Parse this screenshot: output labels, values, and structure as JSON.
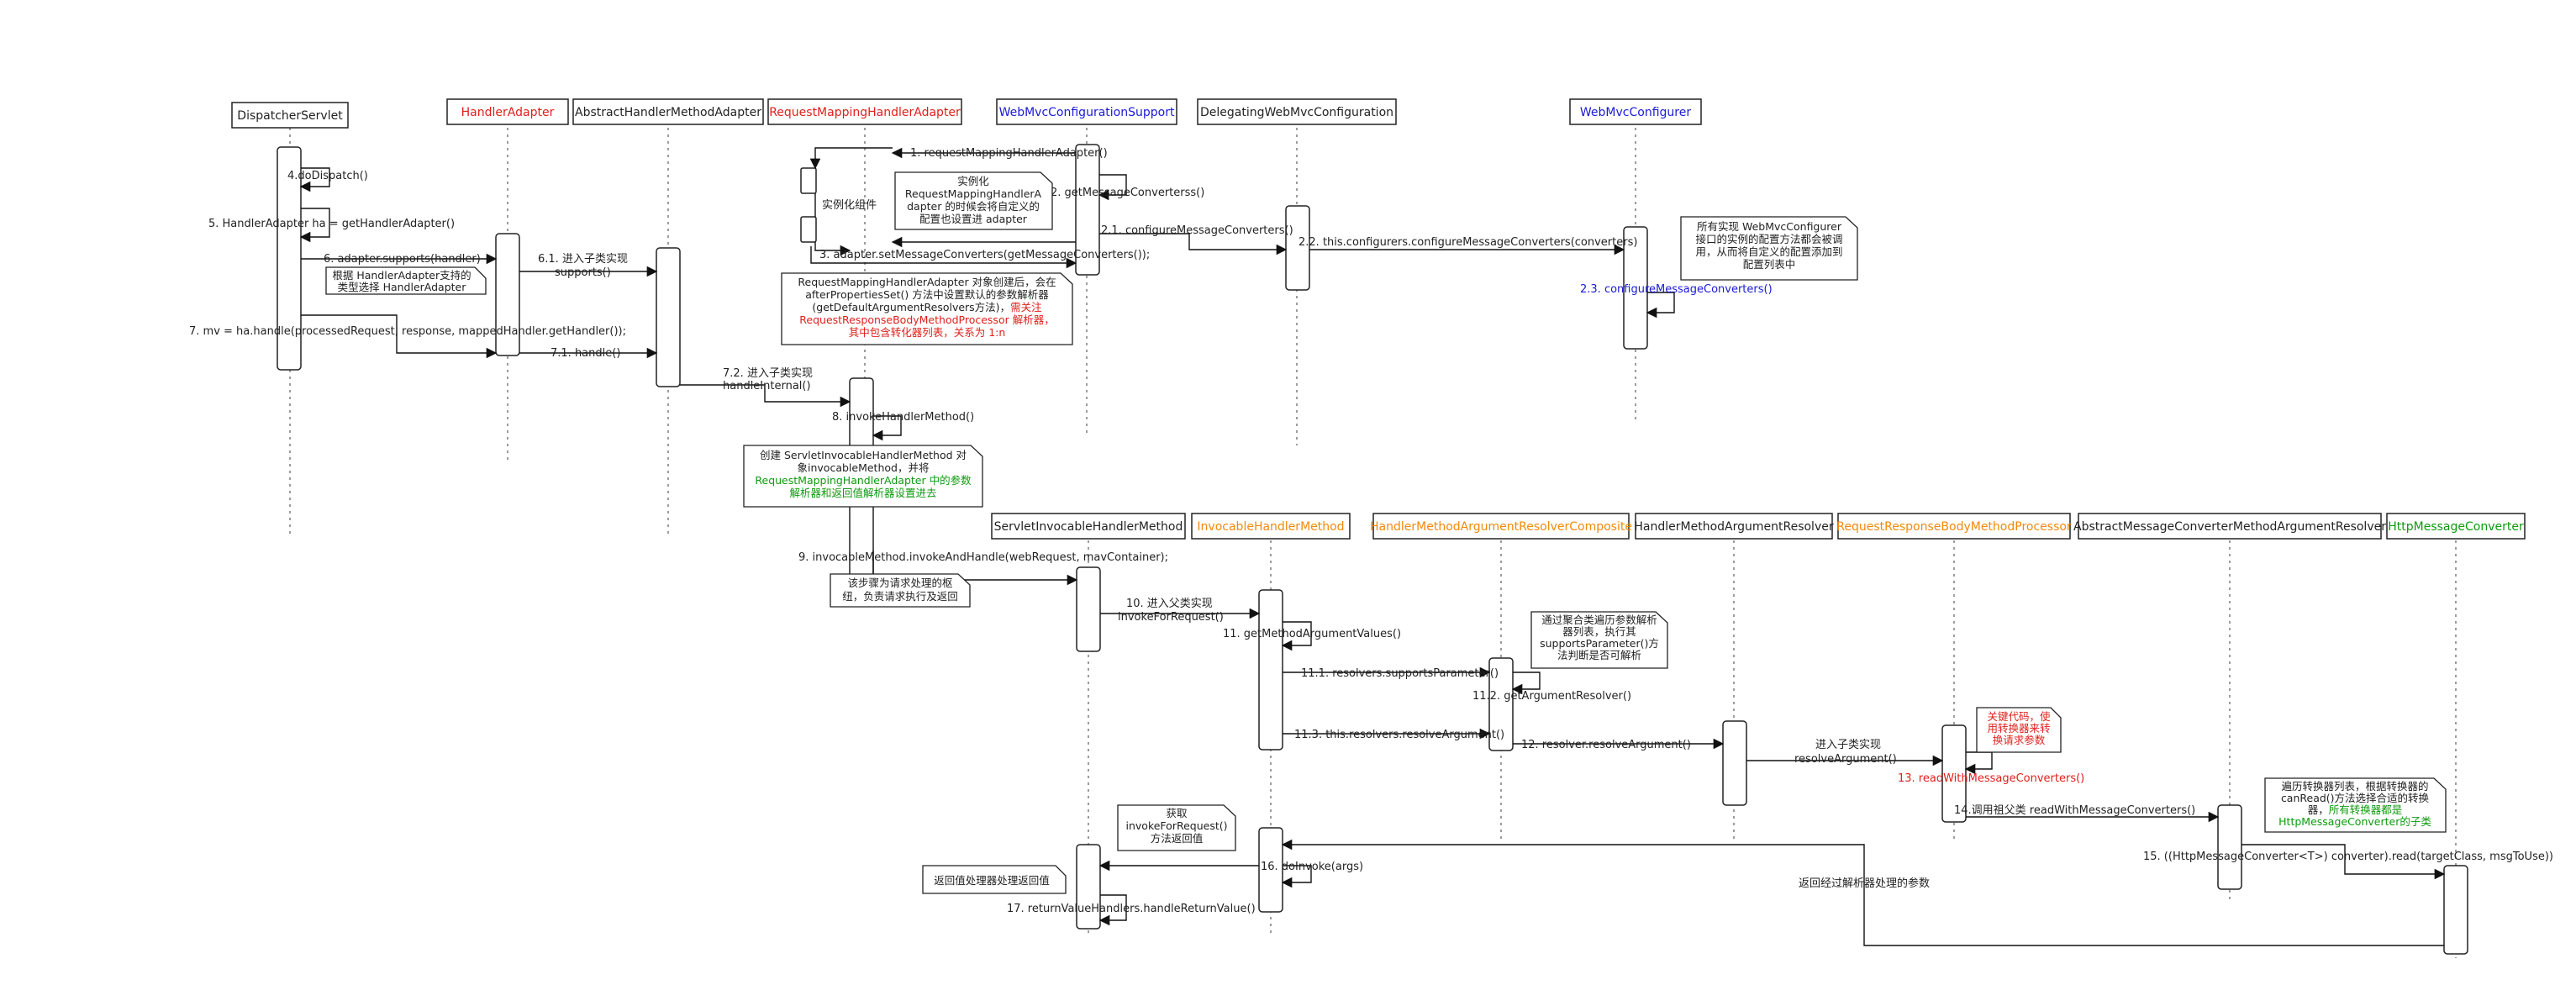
{
  "colors": {
    "black": "#222222",
    "red": "#e0201c",
    "blue": "#1a1ad8",
    "orange": "#f08a0c",
    "green": "#0e9a0e"
  },
  "participants": [
    {
      "label": "DispatcherServlet",
      "color": "black"
    },
    {
      "label": "HandlerAdapter",
      "color": "red"
    },
    {
      "label": "AbstractHandlerMethodAdapter",
      "color": "black"
    },
    {
      "label": "RequestMappingHandlerAdapter",
      "color": "red"
    },
    {
      "label": "WebMvcConfigurationSupport",
      "color": "blue"
    },
    {
      "label": "DelegatingWebMvcConfiguration",
      "color": "black"
    },
    {
      "label": "WebMvcConfigurer",
      "color": "blue"
    },
    {
      "label": "ServletInvocableHandlerMethod",
      "color": "black"
    },
    {
      "label": "InvocableHandlerMethod",
      "color": "orange"
    },
    {
      "label": "HandlerMethodArgumentResolverComposite",
      "color": "orange"
    },
    {
      "label": "HandlerMethodArgumentResolver",
      "color": "black"
    },
    {
      "label": "RequestResponseBodyMethodProcessor",
      "color": "orange"
    },
    {
      "label": "AbstractMessageConverterMethodArgumentResolver",
      "color": "black"
    },
    {
      "label": "HttpMessageConverter",
      "color": "green"
    }
  ],
  "messages": {
    "m1": "1. requestMappingHandlerAdapter()",
    "m2": "2. getMessageConverterss()",
    "m21": "2.1. configureMessageConverters()",
    "m22": "2.2. this.configurers.configureMessageConverters(converters)",
    "m23": "2.3. configureMessageConverters()",
    "m3": "3. adapter.setMessageConverters(getMessageConverters());",
    "m4": "4.doDispatch()",
    "m5": "5. HandlerAdapter ha = getHandlerAdapter()",
    "m6": "6. adapter.supports(handler)",
    "m61a": "6.1. 进入子类实现",
    "m61b": "supports()",
    "m7": "7. mv = ha.handle(processedRequest, response, mappedHandler.getHandler());",
    "m71": "7.1. handle()",
    "m72a": "7.2. 进入子类实现",
    "m72b": "handleInternal()",
    "m8": "8. invokeHandlerMethod()",
    "m9": "9. invocableMethod.invokeAndHandle(webRequest, mavContainer);",
    "m10a": "10. 进入父类实现",
    "m10b": "invokeForRequest()",
    "m11": "11. getMethodArgumentValues()",
    "m111": "11.1. resolvers.supportsParameter()",
    "m112": "11.2. getArgumentResolver()",
    "m113": "11.3. this.resolvers.resolveArgument()",
    "m12": "12. resolver.resolveArgument()",
    "m12ba": "进入子类实现",
    "m12bb": "resolveArgument()",
    "m13": "13. readWithMessageConverters()",
    "m14": "14.调用祖父类 readWithMessageConverters()",
    "m15": "15. ((HttpMessageConverter<T>) converter).read(targetClass, msgToUse))",
    "m15ret": "返回经过解析器处理的参数",
    "m16": "16. doInvoke(args)",
    "m17": "17. returnValueHandlers.handleReturnValue()",
    "init": "实例化组件"
  },
  "notes": {
    "n_support": [
      "根据 HandlerAdapter支持的",
      "类型选择 HandlerAdapter"
    ],
    "n_instance": [
      "实例化",
      "RequestMappingHandlerA",
      "dapter 的时候会将自定义的",
      "配置也设置进 adapter"
    ],
    "n_after": {
      "l1": "RequestMappingHandlerAdapter 对象创建后，会在",
      "l2": "afterPropertiesSet() 方法中设置默认的参数解析器",
      "l3": "(getDefaultArgumentResolvers方法)，",
      "l3red": "需关注",
      "l4red": "RequestResponseBodyMethodProcessor 解析器，",
      "l5red": "其中包含转化器列表，关系为 1:n"
    },
    "n_configurer": [
      "所有实现 WebMvcConfigurer",
      "接口的实例的配置方法都会被调",
      "用，从而将自定义的配置添加到",
      "配置列表中"
    ],
    "n_create": {
      "l1": "创建 ServletInvocableHandlerMethod 对",
      "l2": "象invocableMethod，并将",
      "l3green": "RequestMappingHandlerAdapter 中的参数",
      "l4green": "解析器和返回值解析器设置进去"
    },
    "n_core": [
      "该步骤为请求处理的枢",
      "纽，负责请求执行及返回"
    ],
    "n_composite": [
      "通过聚合类遍历参数解析",
      "器列表，执行其",
      "supportsParameter()方",
      "法判断是否可解析"
    ],
    "n_key": [
      "关键代码，使",
      "用转换器来转",
      "换请求参数"
    ],
    "n_convert": {
      "l1": "遍历转换器列表，根据转换器的",
      "l2": "canRead()方法选择合适的转换",
      "l3": "器，",
      "l3green": "所有转换器都是",
      "l4green": "HttpMessageConverter的子类"
    },
    "n_get": [
      "获取",
      "invokeForRequest()",
      "方法返回值"
    ],
    "n_ret": [
      "返回值处理器处理返回值"
    ]
  }
}
